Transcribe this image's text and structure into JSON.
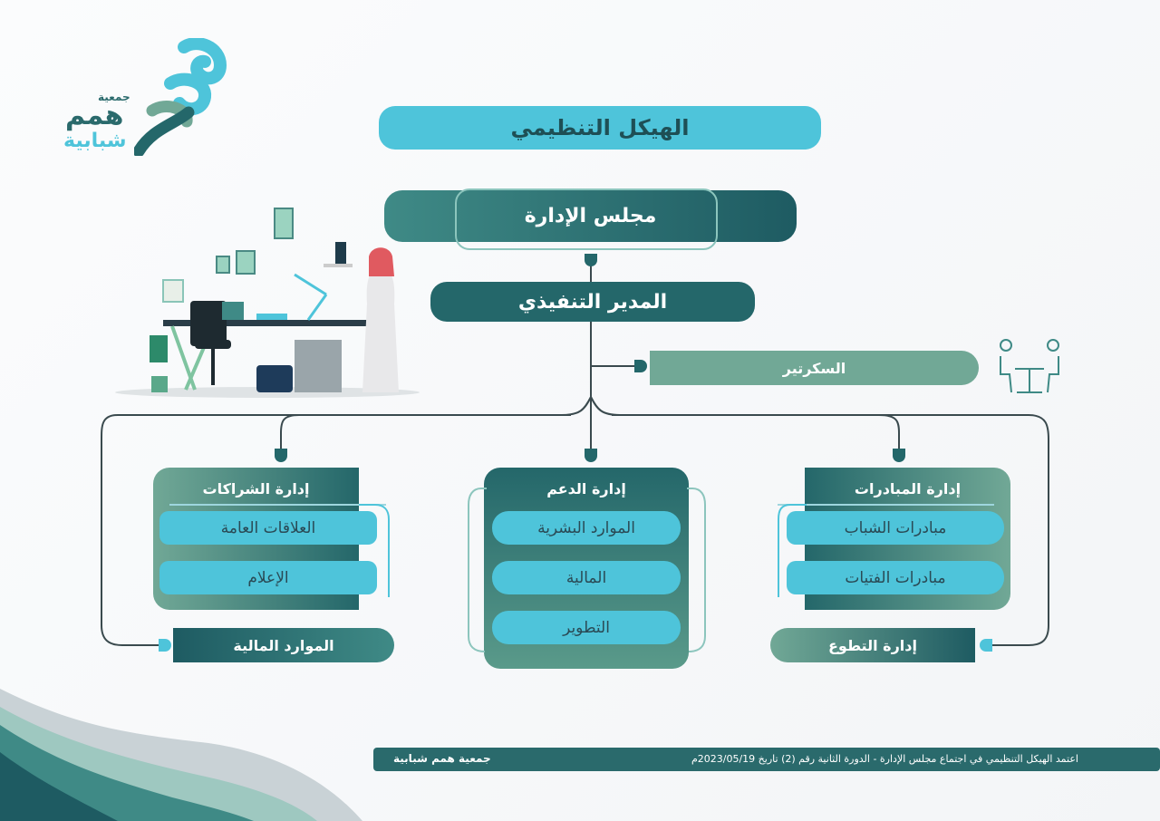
{
  "logo": {
    "small": "جمعية",
    "main": "همم",
    "sub": "شبابية"
  },
  "title": "الهيكل التنظيمي",
  "board": "مجلس الإدارة",
  "ceo": "المدير التنفيذي",
  "secretary": "السكرتير",
  "departments": [
    {
      "name": "إدارة الشراكات",
      "items": [
        "العلاقات العامة",
        "الإعلام"
      ]
    },
    {
      "name": "إدارة الدعم",
      "items": [
        "الموارد البشرية",
        "المالية",
        "التطوير"
      ]
    },
    {
      "name": "إدارة المبادرات",
      "items": [
        "مبادرات الشباب",
        "مبادرات الفتيات"
      ]
    }
  ],
  "bottom_units": {
    "left": "الموارد المالية",
    "right": "إدارة التطوع"
  },
  "footer": {
    "org": "جمعية همم شبابية",
    "note": "اعتمد الهيكل التنظيمي في اجتماع مجلس الإدارة - الدورة الثانية  رقم (2)  تاريخ 2023/05/19م"
  },
  "colors": {
    "teal_dark": "#24676a",
    "teal_mid": "#3f8a86",
    "sage": "#71a896",
    "cyan": "#4ec4da"
  }
}
